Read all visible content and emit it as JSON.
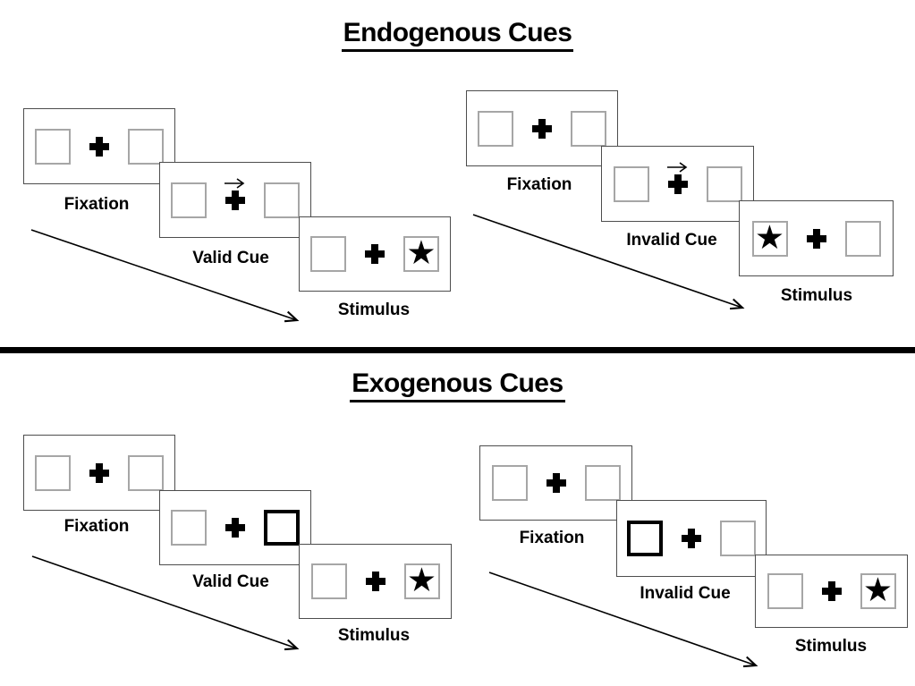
{
  "symbols": {
    "star": "★",
    "plus": "+",
    "cue_arrow": "→"
  },
  "colors": {
    "background": "#ffffff",
    "panel_border": "#4d4d4d",
    "box_border": "#a6a6a6",
    "cue_highlight_border": "#000000",
    "text": "#000000",
    "divider": "#000000"
  },
  "sections": [
    {
      "title": "Endogenous Cues",
      "sequences": [
        {
          "name": "valid-cue-trial",
          "panels": [
            {
              "label": "Fixation",
              "left_box": "plain",
              "right_box": "plain",
              "cue_arrow": false
            },
            {
              "label": "Valid Cue",
              "left_box": "plain",
              "right_box": "plain",
              "cue_arrow": true
            },
            {
              "label": "Stimulus",
              "left_box": "plain",
              "right_box": "star",
              "cue_arrow": false
            }
          ]
        },
        {
          "name": "invalid-cue-trial",
          "panels": [
            {
              "label": "Fixation",
              "left_box": "plain",
              "right_box": "plain",
              "cue_arrow": false
            },
            {
              "label": "Invalid Cue",
              "left_box": "plain",
              "right_box": "plain",
              "cue_arrow": true
            },
            {
              "label": "Stimulus",
              "left_box": "star",
              "right_box": "plain",
              "cue_arrow": false
            }
          ]
        }
      ]
    },
    {
      "title": "Exogenous Cues",
      "sequences": [
        {
          "name": "valid-cue-trial",
          "panels": [
            {
              "label": "Fixation",
              "left_box": "plain",
              "right_box": "plain",
              "cue_arrow": false
            },
            {
              "label": "Valid Cue",
              "left_box": "plain",
              "right_box": "thick",
              "cue_arrow": false
            },
            {
              "label": "Stimulus",
              "left_box": "plain",
              "right_box": "star",
              "cue_arrow": false
            }
          ]
        },
        {
          "name": "invalid-cue-trial",
          "panels": [
            {
              "label": "Fixation",
              "left_box": "plain",
              "right_box": "plain",
              "cue_arrow": false
            },
            {
              "label": "Invalid Cue",
              "left_box": "thick",
              "right_box": "plain",
              "cue_arrow": false
            },
            {
              "label": "Stimulus",
              "left_box": "plain",
              "right_box": "star",
              "cue_arrow": false
            }
          ]
        }
      ]
    }
  ]
}
